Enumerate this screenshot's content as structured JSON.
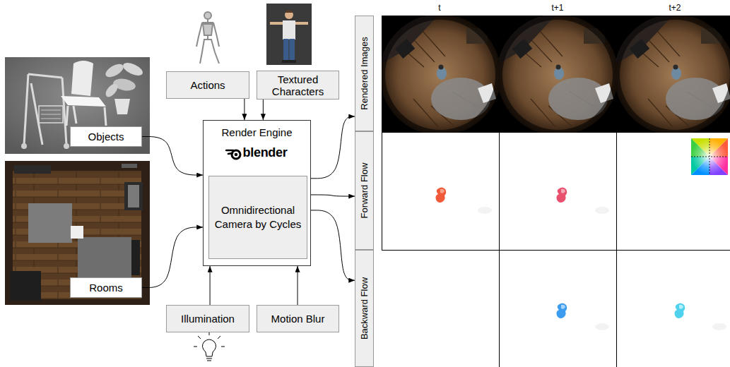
{
  "diagram": {
    "nodes": [
      {
        "text": [
          "Objects"
        ]
      },
      {
        "text": [
          "Rooms"
        ]
      },
      {
        "text": [
          "Actions"
        ]
      },
      {
        "text": [
          "Textured Characters"
        ]
      },
      {
        "text": [
          "Render Engine",
          "blender"
        ]
      },
      {
        "text": [
          "Omnidirectional Camera by Cycles"
        ],
        "in": 4
      },
      {
        "text": [
          "Illumination"
        ]
      },
      {
        "text": [
          "Motion Blur"
        ]
      },
      {
        "text": [
          "Rendered Images"
        ]
      },
      {
        "text": [
          "Forward Flow"
        ]
      },
      {
        "text": [
          "Backward Flow"
        ]
      }
    ],
    "edges": [
      {
        "from": 0,
        "to": 4,
        "arrow": "to"
      },
      {
        "from": 1,
        "to": 4,
        "arrow": "to"
      },
      {
        "from": 2,
        "to": 4,
        "arrow": "to"
      },
      {
        "from": 3,
        "to": 4,
        "arrow": "to"
      },
      {
        "from": 6,
        "to": 4,
        "arrow": "to"
      },
      {
        "from": 7,
        "to": 4,
        "arrow": "to"
      },
      {
        "from": 4,
        "to": 8,
        "arrow": "to"
      },
      {
        "from": 4,
        "to": 9,
        "arrow": "to"
      },
      {
        "from": 4,
        "to": 10,
        "arrow": "to"
      }
    ],
    "labels": [
      "t",
      "t+1",
      "t+2"
    ]
  }
}
